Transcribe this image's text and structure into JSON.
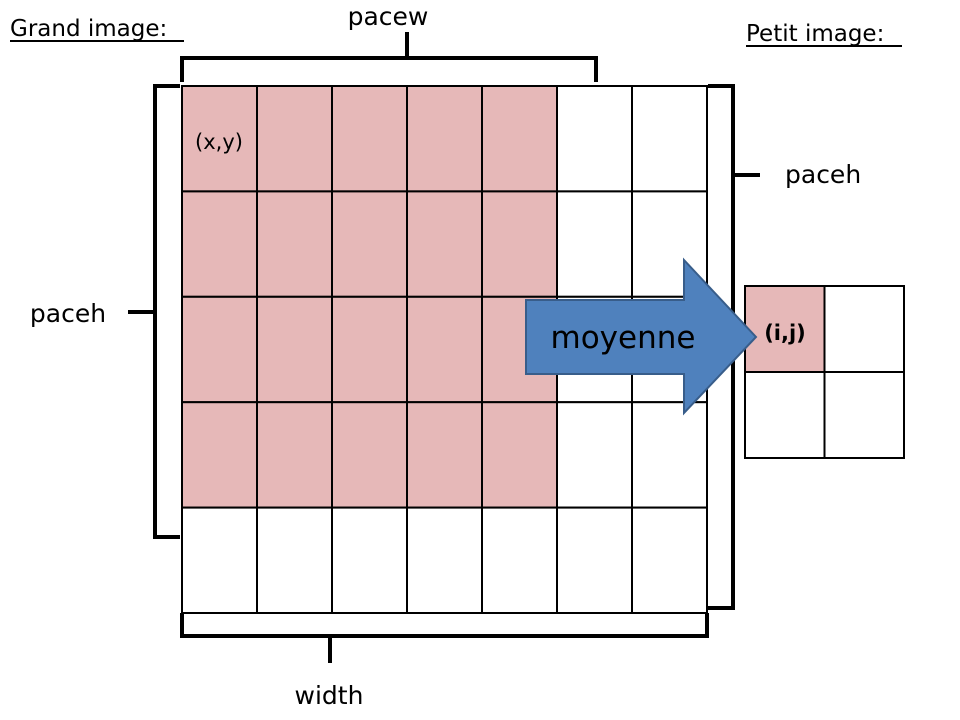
{
  "titles": {
    "big_image": "Grand image:",
    "small_image": "Petit image:"
  },
  "labels": {
    "pacew": "pacew",
    "paceh_right": "paceh",
    "paceh_left": "paceh",
    "width": "width",
    "xy": "(x,y)",
    "ij": "(i,j)",
    "arrow": "moyenne"
  },
  "grids": {
    "big": {
      "cols": 7,
      "rows": 5,
      "highlight_cols": 5,
      "highlight_rows": 4
    },
    "small": {
      "cols": 2,
      "rows": 2,
      "highlight_cols": 1,
      "highlight_rows": 1
    }
  },
  "colors": {
    "highlight": "#e6b8b8",
    "arrow_fill": "#4f81bd",
    "arrow_stroke": "#385d8a",
    "line": "#000000"
  }
}
